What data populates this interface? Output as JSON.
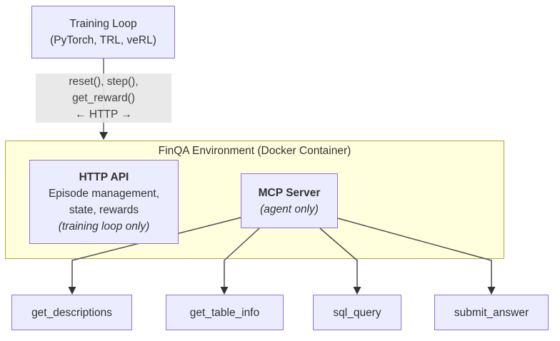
{
  "container": {
    "title": "FinQA Environment (Docker Container)"
  },
  "nodes": {
    "training_loop": {
      "line1": "Training Loop",
      "line2": "(PyTorch, TRL, veRL)"
    },
    "http_api": {
      "title": "HTTP API",
      "line1": "Episode management,",
      "line2": "state, rewards",
      "note": "(training loop only)"
    },
    "mcp_server": {
      "title": "MCP Server",
      "note": "(agent only)"
    },
    "tools": [
      {
        "label": "get_descriptions"
      },
      {
        "label": "get_table_info"
      },
      {
        "label": "sql_query"
      },
      {
        "label": "submit_answer"
      }
    ]
  },
  "edge_label": {
    "line1": "reset(), step(),",
    "line2": "get_reward()",
    "line3": "← HTTP →"
  },
  "colors": {
    "node_fill": "#ECECFF",
    "node_border": "#9370DB",
    "container_fill": "#FFFFDE",
    "container_border": "#AAAA33",
    "edge_label_bg": "#E8E8E8",
    "edge_line": "#4D4D4D",
    "arrow": "#333333",
    "text": "#333333"
  }
}
